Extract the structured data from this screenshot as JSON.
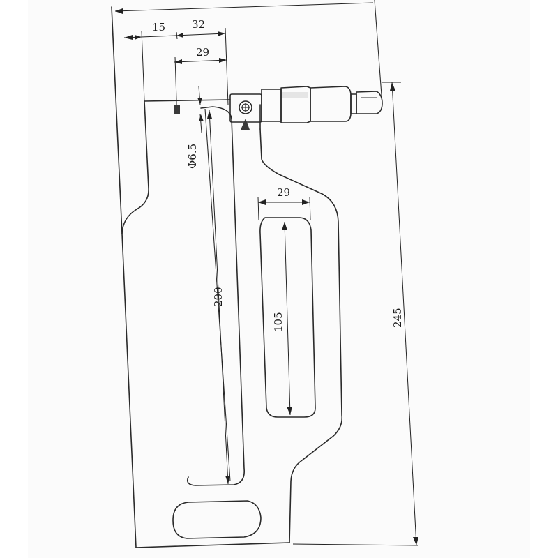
{
  "dimensions": {
    "offset_15": "15",
    "offset_32": "32",
    "jaw_width_29": "29",
    "anvil_diameter": "Φ6.5",
    "slot_width_29": "29",
    "depth_200": "200",
    "slot_length_105": "105",
    "total_height_245": "245"
  },
  "colors": {
    "ink": "#222222",
    "paper": "#fbfbfb",
    "background": "#ffffff"
  }
}
